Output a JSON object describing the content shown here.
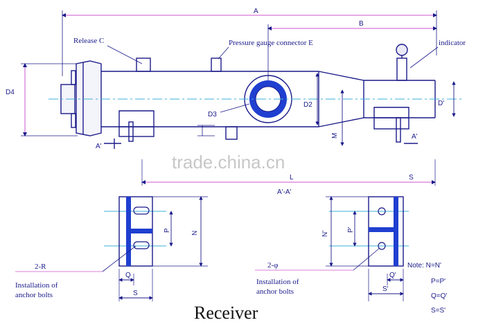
{
  "labels": {
    "A": "A",
    "B": "B",
    "release": "Release C",
    "pressure_gauge": "Pressure gauge connector E",
    "indicator": "indicator",
    "D4": "D4",
    "D3": "D3",
    "D2": "D2",
    "D1": "D'",
    "M": "M",
    "A_prime_left": "A'",
    "A_prime_right": "A'",
    "L": "L",
    "S_top": "S",
    "A_A": "A'-A'",
    "N": "N",
    "P": "P",
    "N_prime": "N'",
    "P_prime": "P'",
    "two_R": "2-R",
    "two_phi": "2-φ",
    "install_left_1": "Installation of",
    "install_left_2": "anchor bolts",
    "install_right_1": "Installation of",
    "install_right_2": "anchor bolts",
    "Q": "Q",
    "S_left": "S",
    "Q_prime": "Q'",
    "S_prime": "S'",
    "title": "Receiver"
  },
  "notes": {
    "n1": "Note: N=N'",
    "n2": "P=P'",
    "n3": "Q=Q'",
    "n4": "S=S'"
  },
  "watermark": "trade.china.cn",
  "colors": {
    "line": "#1a1a8a",
    "dim_line": "#cc55cc",
    "center_line": "#3ab0d8",
    "accent": "#1f3fd0"
  }
}
